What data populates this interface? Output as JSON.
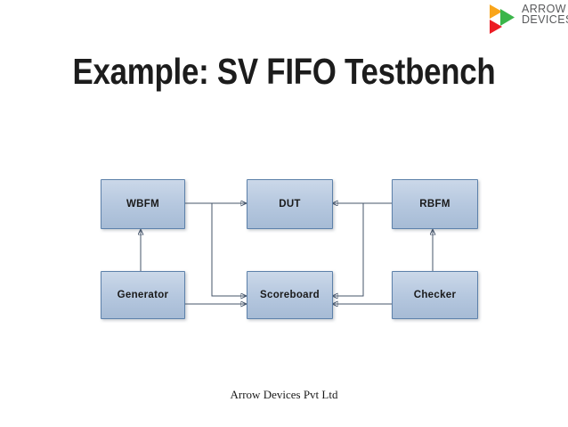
{
  "logo": {
    "line1": "ARROW",
    "line2": "DEVICES",
    "text_color": "#58595b",
    "triangle_colors": {
      "yellow": "#f9a51a",
      "green": "#3bb54a",
      "red": "#ec1c24"
    }
  },
  "title": "Example: SV FIFO Testbench",
  "diagram": {
    "boxes": [
      {
        "id": "wbfm",
        "label": "WBFM"
      },
      {
        "id": "dut",
        "label": "DUT"
      },
      {
        "id": "rbfm",
        "label": "RBFM"
      },
      {
        "id": "generator",
        "label": "Generator"
      },
      {
        "id": "scoreboard",
        "label": "Scoreboard"
      },
      {
        "id": "checker",
        "label": "Checker"
      }
    ],
    "connections": [
      {
        "from": "WBFM",
        "to": "DUT"
      },
      {
        "from": "WBFM",
        "to": "Scoreboard"
      },
      {
        "from": "RBFM",
        "to": "DUT"
      },
      {
        "from": "RBFM",
        "to": "Scoreboard"
      },
      {
        "from": "Generator",
        "to": "WBFM"
      },
      {
        "from": "Generator",
        "to": "Scoreboard"
      },
      {
        "from": "Checker",
        "to": "RBFM"
      },
      {
        "from": "Checker",
        "to": "Scoreboard"
      }
    ],
    "style": {
      "box_fill_top": "#cbd8e9",
      "box_fill_bottom": "#a6bbd5",
      "box_border": "#5d81aa",
      "connector_color": "#44546a"
    }
  },
  "footer": "Arrow Devices Pvt Ltd"
}
